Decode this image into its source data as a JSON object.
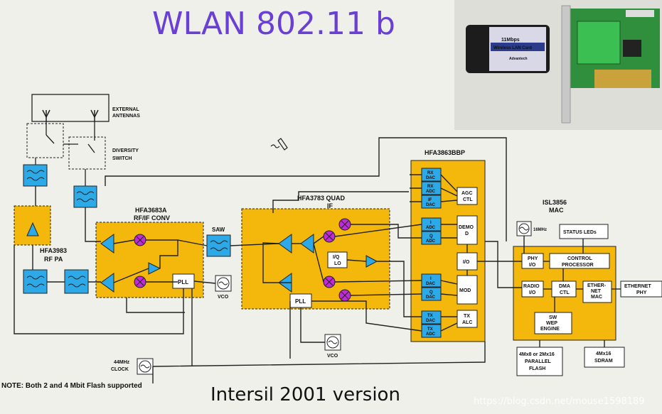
{
  "title": "WLAN 802.11 b",
  "footer": "Intersil 2001 version",
  "watermark": "https://blog.csdn.net/mouse1598189",
  "colors": {
    "block_fill": "#f4b80c",
    "block_border": "#222222",
    "filter_fill": "#2da9e8",
    "title_color": "#6a3fd6",
    "background": "#eef0e9"
  },
  "photo": {
    "card_brand": "11Mbps",
    "card_label": "Wireless LAN Card",
    "card_maker": "Advantech"
  },
  "labels": {
    "external_antennas": [
      "EXTERNAL",
      "ANTENNAS"
    ],
    "diversity_switch": [
      "DIVERSITY",
      "SWITCH"
    ],
    "pa": [
      "HFA3983",
      "RF PA"
    ],
    "rfif": [
      "HFA3683A",
      "RF/IF CONV"
    ],
    "saw": "SAW",
    "quad": [
      "HFA3783 QUAD",
      "IF"
    ],
    "bbp": "HFA3863BBP",
    "mac": [
      "ISL3856",
      "MAC"
    ],
    "pll": "PLL",
    "vco": "VCO",
    "iq_lo": [
      "I/Q",
      "LO"
    ],
    "clock": [
      "44MHz",
      "CLOCK"
    ],
    "rx_dac": [
      "RX",
      "DAC"
    ],
    "rx_adc": [
      "RX",
      "ADC"
    ],
    "if_dac": [
      "IF",
      "DAC"
    ],
    "i_adc": [
      "I",
      "ADC"
    ],
    "q_adc": [
      "Q",
      "ADC"
    ],
    "i_dac": [
      "I",
      "DAC"
    ],
    "q_dac": [
      "Q",
      "DAC"
    ],
    "tx_dac": [
      "TX",
      "DAC"
    ],
    "tx_adc": [
      "TX",
      "ADC"
    ],
    "agc": [
      "AGC",
      "CTL"
    ],
    "demod": [
      "DEMO",
      "D"
    ],
    "io": "I/O",
    "mod": "MOD",
    "tx_alc": [
      "TX",
      "ALC"
    ],
    "osc_16": "16MHz",
    "status_leds": "STATUS LEDs",
    "phy_io": [
      "PHY",
      "I/O"
    ],
    "control_processor": [
      "CONTROL",
      "PROCESSOR"
    ],
    "radio_io": [
      "RADIO",
      "I/O"
    ],
    "dma_ctl": [
      "DMA",
      "CTL"
    ],
    "ethernet_mac": [
      "ETHER-",
      "NET",
      "MAC"
    ],
    "ethernet_phy": [
      "ETHERNET",
      "PHY"
    ],
    "sw_wep": [
      "SW",
      "WEP",
      "ENGINE"
    ],
    "flash": [
      "4Mx8 or 2Mx16",
      "PARALLEL",
      "FLASH"
    ],
    "sdram": [
      "4Mx16",
      "SDRAM"
    ],
    "note": "NOTE: Both 2 and 4 Mbit Flash supported"
  }
}
